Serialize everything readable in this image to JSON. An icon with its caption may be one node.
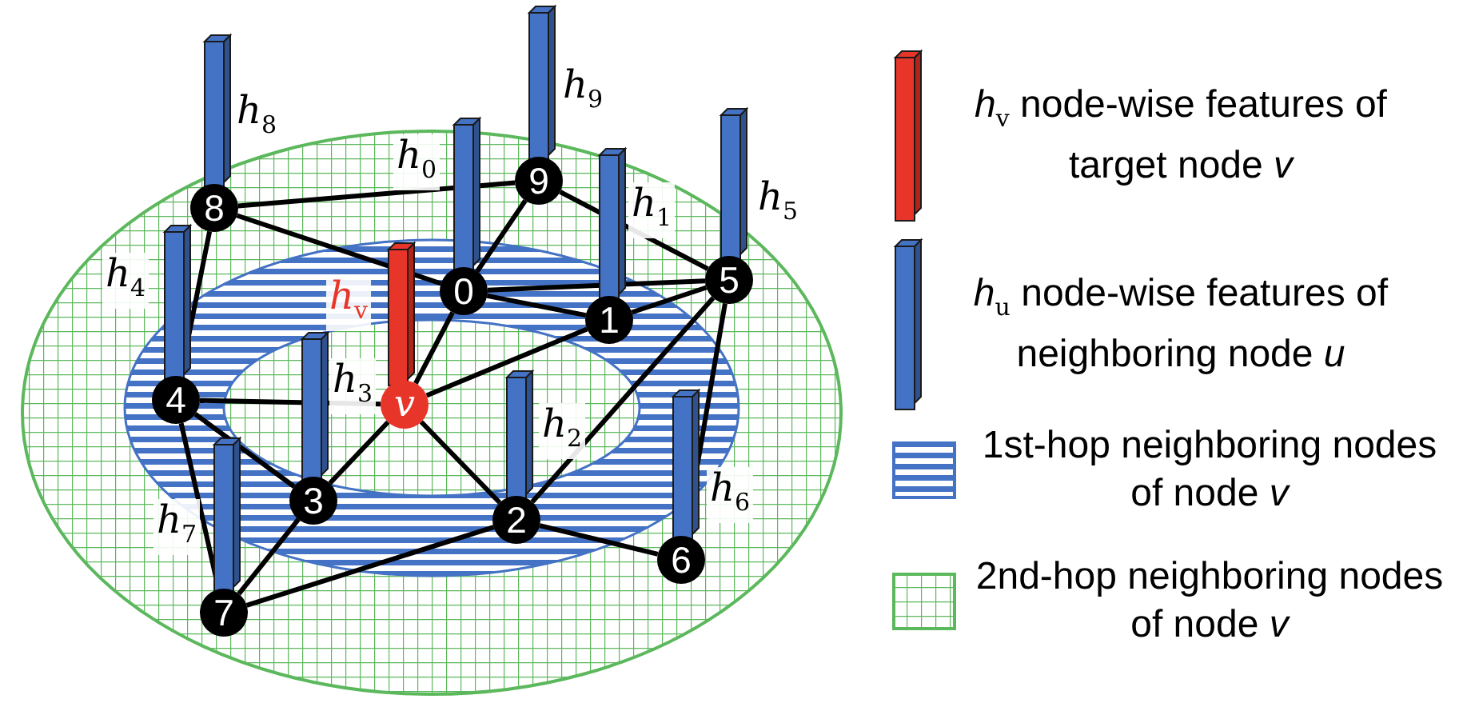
{
  "diagram": {
    "nodes": [
      {
        "text": [
          "9"
        ]
      },
      {
        "text": [
          "8"
        ]
      },
      {
        "text": [
          "5"
        ]
      },
      {
        "text": [
          "0"
        ]
      },
      {
        "text": [
          "1"
        ]
      },
      {
        "text": [
          "4"
        ]
      },
      {
        "text": [
          "v"
        ]
      },
      {
        "text": [
          "3"
        ]
      },
      {
        "text": [
          "2"
        ]
      },
      {
        "text": [
          "6"
        ]
      },
      {
        "text": [
          "7"
        ]
      }
    ],
    "labels": [
      "h$_{9}$",
      "h$_{8}$",
      "h$_{0}$",
      "h$_{5}$",
      "h$_{1}$",
      "h$_{4}$",
      "h$_{v}$",
      "h$_{3}$",
      "h$_{2}$",
      "h$_{6}$",
      "h$_{7}$"
    ],
    "edges": [
      {
        "from": 1,
        "to": 0,
        "arrow": "none"
      },
      {
        "from": 1,
        "to": 3,
        "arrow": "none"
      },
      {
        "from": 1,
        "to": 5,
        "arrow": "none"
      },
      {
        "from": 0,
        "to": 3,
        "arrow": "none"
      },
      {
        "from": 0,
        "to": 2,
        "arrow": "none"
      },
      {
        "from": 3,
        "to": 2,
        "arrow": "none"
      },
      {
        "from": 3,
        "to": 4,
        "arrow": "none"
      },
      {
        "from": 3,
        "to": 6,
        "arrow": "none"
      },
      {
        "from": 4,
        "to": 2,
        "arrow": "none"
      },
      {
        "from": 4,
        "to": 6,
        "arrow": "none"
      },
      {
        "from": 6,
        "to": 5,
        "arrow": "none"
      },
      {
        "from": 6,
        "to": 7,
        "arrow": "none"
      },
      {
        "from": 6,
        "to": 8,
        "arrow": "none"
      },
      {
        "from": 5,
        "to": 7,
        "arrow": "none"
      },
      {
        "from": 5,
        "to": 10,
        "arrow": "none"
      },
      {
        "from": 7,
        "to": 10,
        "arrow": "none"
      },
      {
        "from": 10,
        "to": 8,
        "arrow": "none"
      },
      {
        "from": 8,
        "to": 2,
        "arrow": "none"
      },
      {
        "from": 8,
        "to": 9,
        "arrow": "none"
      },
      {
        "from": 2,
        "to": 9,
        "arrow": "none"
      }
    ],
    "legend": [
      {
        "text": "*h*$_{v}$ node-wise features of target node *v*"
      },
      {
        "text": "*h*$_{u}$ node-wise features of neighboring node *u*"
      },
      {
        "text": "1st-hop neighboring nodes of node *v*"
      },
      {
        "text": "2nd-hop neighboring nodes of node *v*"
      }
    ]
  }
}
